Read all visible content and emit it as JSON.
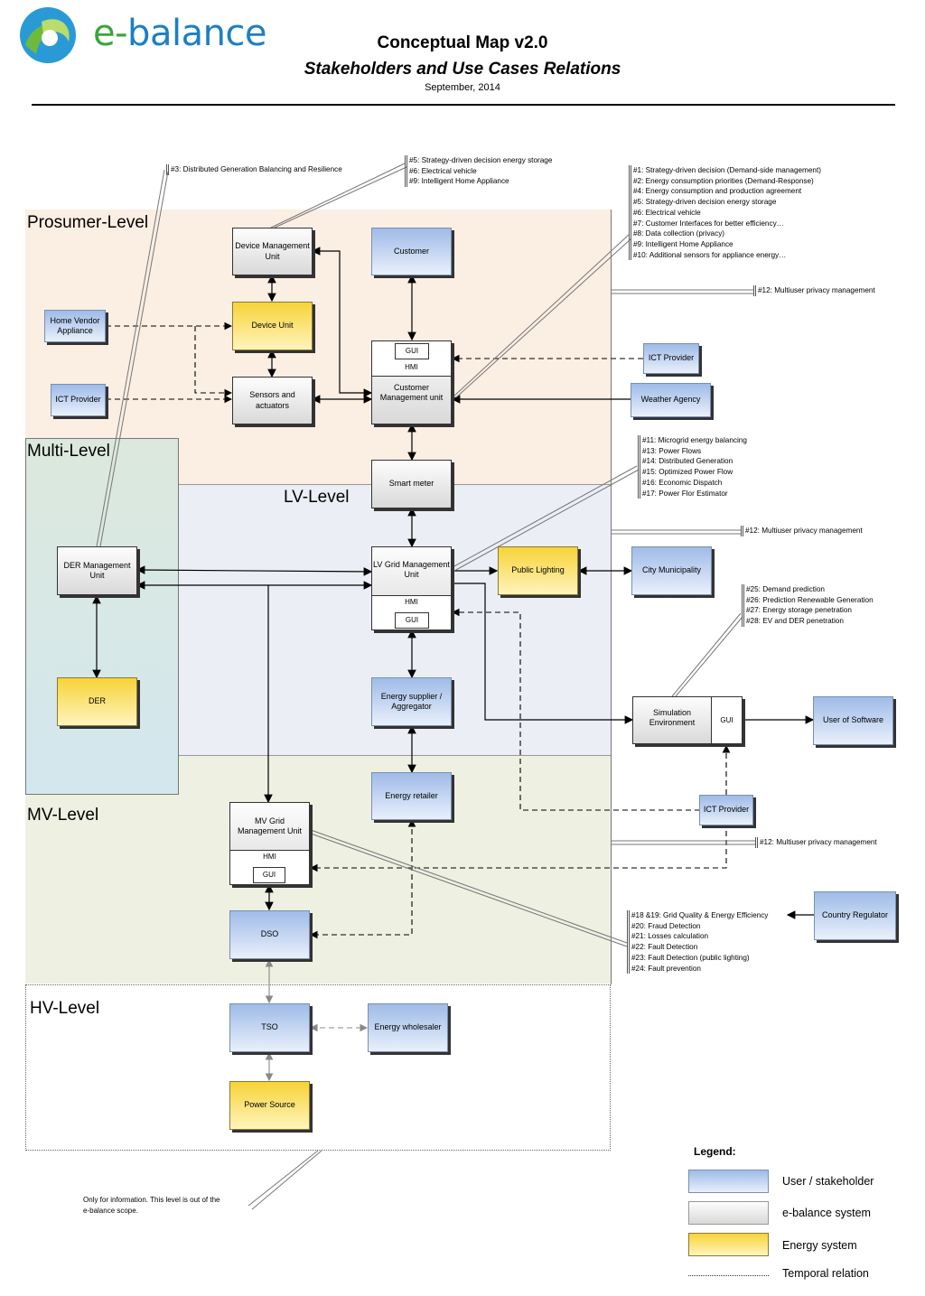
{
  "header": {
    "logo_text_e": "e-",
    "logo_text_rest": "balance",
    "title": "Conceptual Map v2.0",
    "subtitle": "Stakeholders and Use Cases Relations",
    "date": "September, 2014"
  },
  "levels": {
    "prosumer": "Prosumer-Level",
    "multi": "Multi-Level",
    "lv": "LV-Level",
    "mv": "MV-Level",
    "hv": "HV-Level"
  },
  "nodes": {
    "device_mgmt": "Device Management Unit",
    "customer": "Customer",
    "home_vendor": "Home Vendor Appliance",
    "device_unit": "Device Unit",
    "ict_provider_1": "ICT Provider",
    "sensors": "Sensors and actuators",
    "gui_1": "GUI",
    "hmi_1": "HMI",
    "customer_mgmt": "Customer Management unit",
    "ict_provider_2": "ICT Provider",
    "weather": "Weather Agency",
    "smart_meter": "Smart meter",
    "der_mgmt": "DER Management Unit",
    "lv_grid": "LV Grid Management Unit",
    "hmi_2": "HMI",
    "gui_2": "GUI",
    "public_lighting": "Public Lighting",
    "city": "City Municipality",
    "der": "DER",
    "energy_supplier": "Energy supplier / Aggregator",
    "simulation": "Simulation Environment",
    "gui_3": "GUI",
    "user_software": "User of Software",
    "energy_retailer": "Energy retailer",
    "ict_provider_3": "ICT Provider",
    "mv_grid": "MV Grid Management Unit",
    "hmi_3": "HMI",
    "gui_4": "GUI",
    "country_regulator": "Country Regulator",
    "dso": "DSO",
    "tso": "TSO",
    "energy_wholesaler": "Energy wholesaler",
    "power_source": "Power Source"
  },
  "notes": {
    "n3": [
      "#3: Distributed Generation Balancing and Resilience"
    ],
    "n5": [
      "#5: Strategy-driven decision energy storage",
      "#6: Electrical vehicle",
      "#9: Intelligent Home Appliance"
    ],
    "n1": [
      "#1: Strategy-driven decision (Demand-side management)",
      "#2: Energy consumption priorities (Demand-Response)",
      "#4: Energy consumption and production agreement",
      "#5: Strategy-driven decision energy storage",
      "#6: Electrical vehicle",
      "#7: Customer Interfaces for better efficiency…",
      "#8: Data collection (privacy)",
      "#9: Intelligent Home Appliance",
      "#10: Additional sensors for appliance energy…"
    ],
    "n12a": [
      "#12: Multiuser privacy management"
    ],
    "n11": [
      "#11: Microgrid energy balancing",
      "#13: Power Flows",
      "#14: Distributed Generation",
      "#15: Optimized Power Flow",
      "#16: Economic Dispatch",
      "#17: Power Flor Estimator"
    ],
    "n12b": [
      "#12: Multiuser privacy management"
    ],
    "n25": [
      "#25: Demand prediction",
      "#26: Prediction Renewable Generation",
      "#27: Energy storage penetration",
      "#28: EV and DER penetration"
    ],
    "n12c": [
      "#12: Multiuser privacy management"
    ],
    "n18": [
      "#18 &19: Grid Quality & Energy Efficiency",
      "#20: Fraud Detection",
      "#21: Losses calculation",
      "#22: Fault Detection",
      "#23: Fault Detection (public lighting)",
      "#24: Fault prevention"
    ]
  },
  "footnote": [
    "Only for information. This level is out of the",
    "e-balance scope."
  ],
  "legend": {
    "title": "Legend:",
    "user": "User / stakeholder",
    "system": "e-balance system",
    "energy": "Energy system",
    "temporal": "Temporal relation"
  },
  "colors": {
    "prosumer_bg": "#fbeee3",
    "multi_bg": "#dde9e4",
    "lv_bg": "#ebeef5",
    "mv_bg": "#eef0e2",
    "user_blue": "#9fbbe8",
    "energy_yellow": "#f7d338"
  }
}
